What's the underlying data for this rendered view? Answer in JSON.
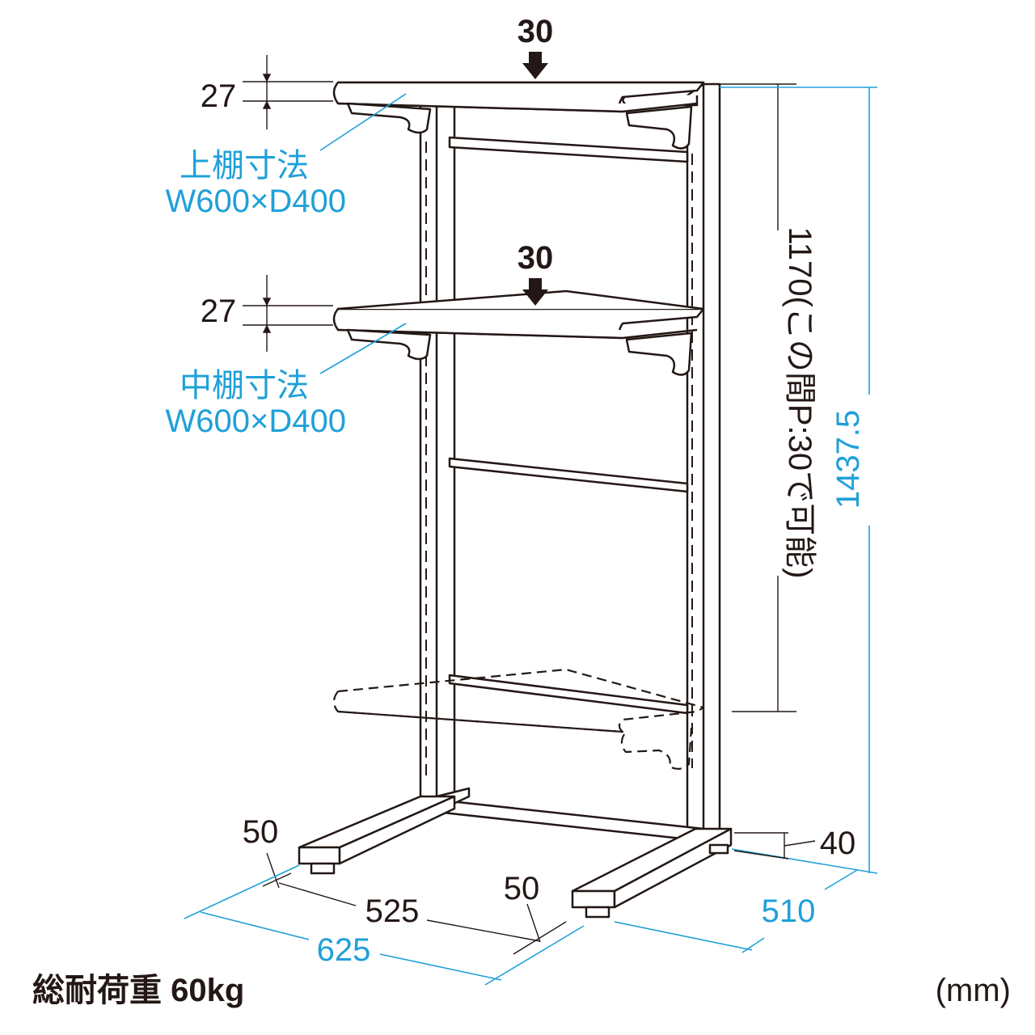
{
  "labels": {
    "top_load": "30",
    "mid_load": "30",
    "top_thickness": "27",
    "mid_thickness": "27",
    "top_shelf_name": "上棚寸法",
    "top_shelf_size": "W600×D400",
    "mid_shelf_name": "中棚寸法",
    "mid_shelf_size": "W600×D400",
    "adjust_range": "1170(この間P:30で可能)",
    "total_height": "1437.5",
    "base_height": "40",
    "foot_left_width": "50",
    "foot_right_width": "50",
    "inner_width": "525",
    "total_width": "625",
    "depth": "510",
    "total_load": "総耐荷重 60kg",
    "unit": "(mm)"
  },
  "colors": {
    "line": "#231815",
    "dimension_blue": "#1fa0d8"
  }
}
